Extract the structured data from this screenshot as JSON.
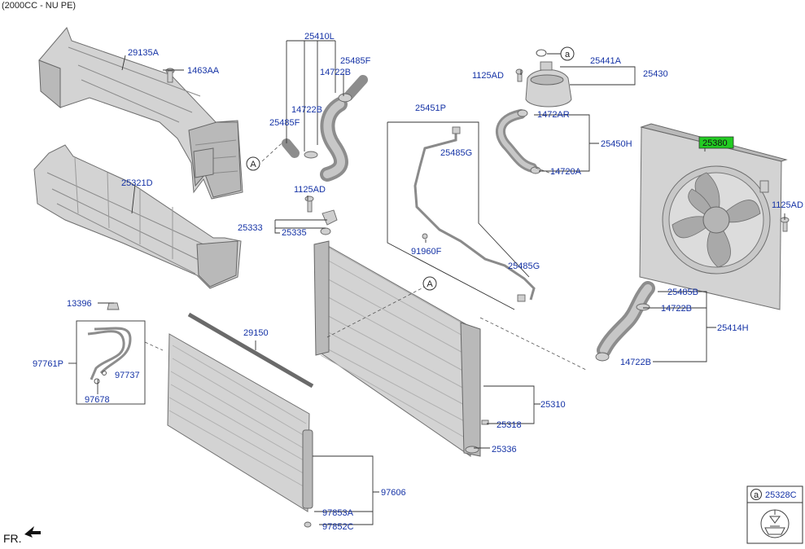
{
  "header": {
    "engine_note": "(2000CC - NU PE)"
  },
  "colors": {
    "label": "#1533a6",
    "highlight": "#22cc22",
    "part_fill": "#d3d3d3"
  },
  "parts": {
    "p29135A": "29135A",
    "p1463AA": "1463AA",
    "p25321D": "25321D",
    "p25410L": "25410L",
    "p25485F_top": "25485F",
    "p14722B_top": "14722B",
    "p14722B_mid": "14722B",
    "p25485F_left": "25485F",
    "p1125AD_mid": "1125AD",
    "p25333": "25333",
    "p25335": "25335",
    "p25451P": "25451P",
    "p25485G_top": "25485G",
    "p91960F": "91960F",
    "p25485G_bot": "25485G",
    "p1125AD_tank": "1125AD",
    "p25441A": "25441A",
    "p25430": "25430",
    "p1472AR": "1472AR",
    "p25450H": "25450H",
    "p14720A": "14720A",
    "p25380": "25380",
    "p1125AD_right": "1125AD",
    "p25485B": "25485B",
    "p14722B_r1": "14722B",
    "p25414H": "25414H",
    "p14722B_r2": "14722B",
    "p13396": "13396",
    "p97761P": "97761P",
    "p97737": "97737",
    "p97678": "97678",
    "p29150": "29150",
    "p25310": "25310",
    "p25318": "25318",
    "p25336": "25336",
    "p97606": "97606",
    "p97853A": "97853A",
    "p97852C": "97852C"
  },
  "ref_markers": {
    "a_main": "A",
    "a_left": "A",
    "a_tank": "a",
    "a_box": "a"
  },
  "legend_box": {
    "marker": "a",
    "code": "25328C"
  },
  "direction": {
    "label": "FR."
  }
}
